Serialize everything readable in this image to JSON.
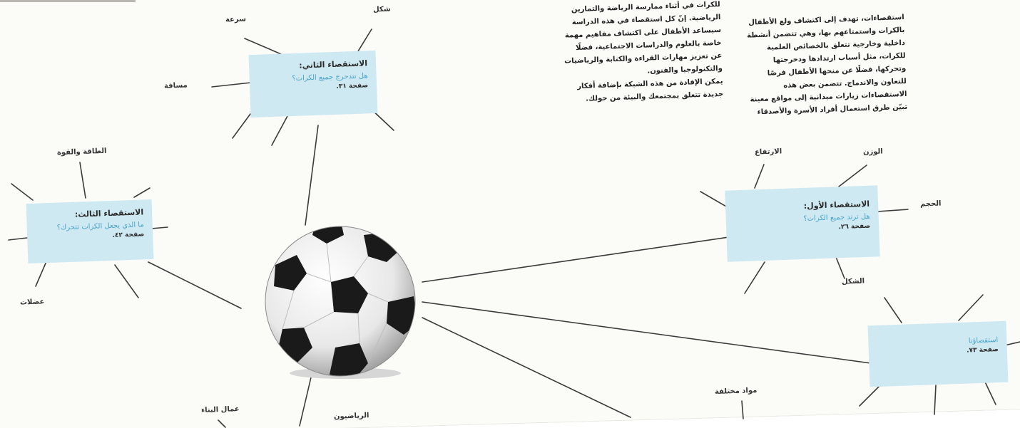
{
  "center": {
    "image": "soccer-ball"
  },
  "para_mid": [
    "للكرات في أثناء ممارسة الرياضة والتمارين",
    "الرياضية. إنّ كل استقصاء في هذه الدراسة",
    "سيساعد الأطفال على اكتشاف مفاهيم مهمة",
    "خاصة بالعلوم والدراسات الاجتماعية، فضلًا",
    "عن تعزيز مهارات القراءة والكتابة والرياضيات",
    "والتكنولوجيا والفنون.",
    "يمكن الإفادة من هذه الشبكة بإضافة أفكار",
    "جديدة تتعلق بمجتمعك والبيئة من حولك."
  ],
  "para_right": [
    "استقصاءات، تهدف إلى اكتشاف ولع الأطفال",
    "بالكرات واستمتاعهم بها، وهي تتضمن أنشطة",
    "داخلية وخارجية تتعلق بالخصائص العلمية",
    "للكرات، مثل أسباب ارتدادها ودحرجتها",
    "وتحركها، فضلًا عن منحها الأطفال فرصًا",
    "للتعاون والاندماج. تتضمن بعض هذه",
    "الاستقصاءات زيارات ميدانية إلى مواقع معينة",
    "تبيّن طرق استعمال أفراد الأسرة والأصدقاء"
  ],
  "boxes": {
    "second": {
      "title": "الاستقصاء الثاني:",
      "question": "هل تتدحرج جميع الكرات؟",
      "page": "صفحة ٣١."
    },
    "third": {
      "title": "الاستقصاء الثالث:",
      "question": "ما الذي يجعل الكرات تتحرك؟",
      "page": "صفحة ٤٢."
    },
    "first": {
      "title": "الاستقصاء الأول:",
      "question": "هل ترتد جميع الكرات؟",
      "page": "صفحة ٢٦."
    },
    "ours": {
      "title": "",
      "question": "استقصاؤنا",
      "page": "صفحة ٧٣."
    }
  },
  "labels": {
    "shape": "شكل",
    "speed": "سرعة",
    "distance": "مسافة",
    "energy": "الطاقة والقوة",
    "muscles": "عضلات",
    "height": "الارتفاع",
    "weight": "الوزن",
    "size": "الحجم",
    "form": "الشكل",
    "materials": "مواد مختلفة",
    "builders": "عمال البناء",
    "athletes": "الرياضيون"
  }
}
